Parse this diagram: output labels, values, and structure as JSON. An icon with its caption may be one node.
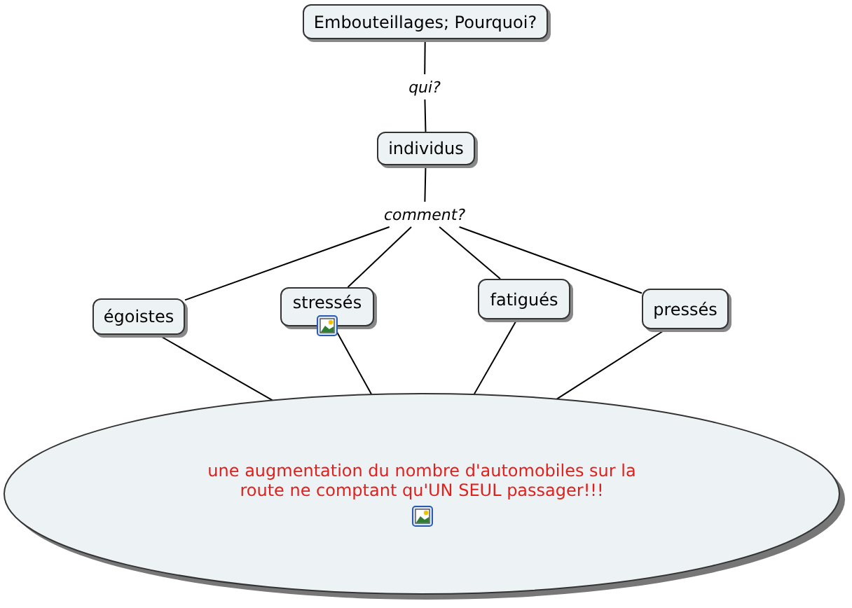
{
  "diagram": {
    "nodes": [
      {
        "text": [
          "Embouteillages; Pourquoi?"
        ]
      },
      {
        "text": [
          "qui?"
        ]
      },
      {
        "text": [
          "individus"
        ]
      },
      {
        "text": [
          "comment?"
        ]
      },
      {
        "text": [
          "égoistes"
        ]
      },
      {
        "text": [
          "stressés"
        ]
      },
      {
        "text": [
          "fatigués"
        ]
      },
      {
        "text": [
          "pressés"
        ]
      },
      {
        "text": [
          "une augmentation du nombre d'automobiles sur la route ne comptant qu'UN SEUL passager!!!"
        ]
      }
    ],
    "edges": [
      {
        "from": 0,
        "to": 1,
        "arrow": "none"
      },
      {
        "from": 1,
        "to": 2,
        "arrow": "none"
      },
      {
        "from": 2,
        "to": 3,
        "arrow": "none"
      },
      {
        "from": 3,
        "to": 4,
        "arrow": "none"
      },
      {
        "from": 3,
        "to": 5,
        "arrow": "none"
      },
      {
        "from": 3,
        "to": 6,
        "arrow": "none"
      },
      {
        "from": 3,
        "to": 7,
        "arrow": "none"
      },
      {
        "from": 4,
        "to": 8,
        "arrow": "none"
      },
      {
        "from": 5,
        "to": 8,
        "arrow": "none"
      },
      {
        "from": 6,
        "to": 8,
        "arrow": "none"
      },
      {
        "from": 7,
        "to": 8,
        "arrow": "none"
      }
    ]
  }
}
